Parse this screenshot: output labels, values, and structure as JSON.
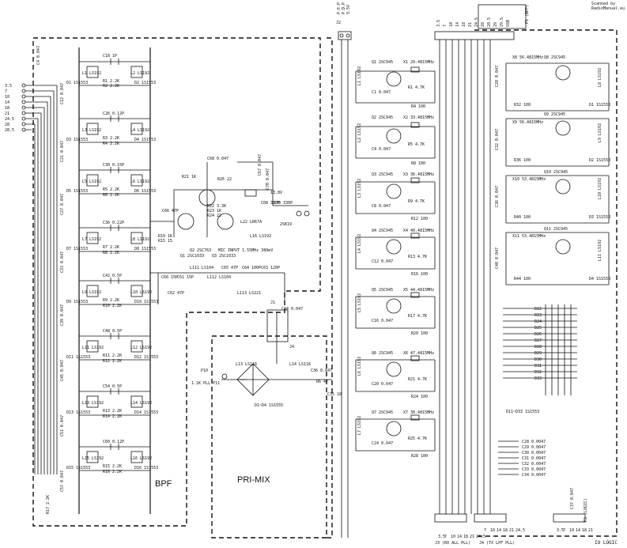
{
  "header": {
    "scan_note_1": "Scanned by",
    "scan_note_2": "RadioManual.eu"
  },
  "sections": {
    "bpf": "BPF",
    "pri_mix": "PRI-MIX",
    "io_logic": "IO LOGIC"
  },
  "left_input_pins": [
    "3.5",
    "7",
    "10",
    "14",
    "18",
    "21",
    "24.5",
    "28",
    "28.5"
  ],
  "bpf_cap_left": "C4 0.047",
  "bpf_stages": [
    {
      "cap": "C18 1P",
      "l_left": "L1 LS192",
      "l_right": "L2 LS192",
      "d_left": "D1 1S1553",
      "d_right": "D2 1S1553",
      "r1": "R1 2.2K",
      "r2": "R2 2.2K",
      "c_side": "C12 0.047"
    },
    {
      "cap": "C26 0.12P",
      "l_left": "L3 LS192",
      "l_right": "L4 LS192",
      "d_left": "D3 1S1553",
      "d_right": "D4 1S1553",
      "r1": "R3 2.2K",
      "r2": "R4 2.2K",
      "c_side": "C21 0.047"
    },
    {
      "cap": "C30 0.15P",
      "l_left": "L5 LS192",
      "l_right": "L6 LS192",
      "d_left": "D5 1S1553",
      "d_right": "D6 1S1553",
      "r1": "R5 2.2K",
      "r2": "R6 2.2K",
      "c_side": "C27 0.047"
    },
    {
      "cap": "C36 0.22P",
      "l_left": "L7 LS192",
      "l_right": "L8 LS192",
      "d_left": "D7 1S1553",
      "d_right": "D8 1S1553",
      "r1": "R7 2.2K",
      "r2": "R8 2.2K",
      "c_side": "C33 0.047"
    },
    {
      "cap": "C42 0.5P",
      "l_left": "L9 LS192",
      "l_right": "L10 LS192",
      "d_left": "D9 1S1553",
      "d_right": "D10 1S1553",
      "r1": "R9 2.2K",
      "r2": "R10 2.2K",
      "c_side": "C39 0.047"
    },
    {
      "cap": "C48 0.5P",
      "l_left": "L11 LS192",
      "l_right": "L12 LS192",
      "d_left": "D11 1S1553",
      "d_right": "D12 1S1553",
      "r1": "R11 2.2K",
      "r2": "R12 2.2K",
      "c_side": "C45 0.047"
    },
    {
      "cap": "C54 0.5P",
      "l_left": "L13 LS192",
      "l_right": "L14 LS192",
      "d_left": "D13 1S1553",
      "d_right": "D14 1S1553",
      "r1": "R13 2.2K",
      "r2": "R14 2.2K",
      "c_side": "C51 0.047"
    },
    {
      "cap": "C60 0.12P",
      "l_left": "L15 LS192",
      "l_right": "L16 LS192",
      "d_left": "D15 1S1553",
      "d_right": "D16 1S1553",
      "r1": "R15 2.2K",
      "r2": "R16 2.2K",
      "c_side": "C57 0.047"
    }
  ],
  "bpf_bottom": "R17 2.2K",
  "amp": {
    "r21": "R21 1K",
    "c68": "C68 0.047",
    "r26": "R26 22",
    "r22": "R22 3.3K",
    "r23": "R23 1K",
    "r24": "R24 22",
    "c67": "C67 0.047",
    "c66": "C66 47P",
    "c70": "C70 0.047",
    "q1": "Q1 2SC1033",
    "q2": "Q2 2SC763",
    "q3": "Q3 2SC1033",
    "l22": "L22 LR67A",
    "c68b": "C68 330P",
    "c70b": "C70 330P",
    "l16": "L16 LS192",
    "r19": "R19 1K",
    "r15": "R15 15",
    "ref": "2SK19",
    "vin": "13.8V"
  },
  "filter_labels": {
    "title": "MIC INPUT 1.55MHz 380mV",
    "c60": "C60 15P",
    "c61": "C61 15P",
    "c62": "C62 47P",
    "l111": "L111 LS104",
    "l112": "L112 LS104",
    "l113": "L113 LS221",
    "c65": "C65 47P",
    "c64": "C64 100P",
    "c63": "C63 120P"
  },
  "primix": {
    "p10": "P10",
    "rx_pll": "1.1K PLL P11",
    "l13": "L13 LS116",
    "l14": "L14 LS116",
    "d1d4": "D1~D4 1S1555",
    "c34": "C34 0.047",
    "c36": "C36 0.047",
    "r6": "R6 47",
    "c35": "C35 10",
    "j1": "J1",
    "j4": "J4"
  },
  "oscillators": [
    {
      "q": "Q1 2SC945",
      "x": "X1 29.4815MHz",
      "c": "C1 0.047",
      "l": "L1 LS192",
      "r": "R1 4.7K",
      "out": "R4 100"
    },
    {
      "q": "Q2 2SC945",
      "x": "X2 33.4815MHz",
      "c": "C4 0.047",
      "l": "L2 LS192",
      "r": "R5 4.7K",
      "out": "R8 100"
    },
    {
      "q": "Q3 2SC945",
      "x": "X3 36.4815MHz",
      "c": "C8 0.047",
      "l": "L3 LS192",
      "r": "R9 4.7K",
      "out": "R12 100"
    },
    {
      "q": "Q4 2SC945",
      "x": "X4 40.4815MHz",
      "c": "C12 0.047",
      "l": "L4 LS192",
      "r": "R13 4.7K",
      "out": "R16 100"
    },
    {
      "q": "Q5 2SC945",
      "x": "X5 44.4815MHz",
      "c": "C16 0.047",
      "l": "L5 LS192",
      "r": "R17 4.7K",
      "out": "R20 100"
    },
    {
      "q": "Q6 2SC945",
      "x": "X6 47.4815MHz",
      "c": "C20 0.047",
      "l": "L6 LS192",
      "r": "R21 4.7K",
      "out": "R24 100"
    },
    {
      "q": "Q7 2SC945",
      "x": "X7 30.4815MHz",
      "c": "C24 0.047",
      "l": "L7 LS192",
      "r": "R25 4.7K",
      "out": "R28 100"
    }
  ],
  "right_oscillators": [
    {
      "q": "Q8 2SC945",
      "x": "X8 56.4815MHz",
      "c": "C28 0.047",
      "l": "L8 LS192",
      "r": "R32 100",
      "d": "D1 1S1553"
    },
    {
      "q": "Q9 2SC945",
      "x": "X9 56.4815MHz",
      "c": "C32 0.047",
      "l": "L9 LS192",
      "r": "R36 100",
      "d": "D2 1S1553"
    },
    {
      "q": "Q10 2SC945",
      "x": "X10 53.4815MHz",
      "c": "C36 0.047",
      "l": "L10 LS192",
      "r": "R40 100",
      "d": "D3 1S1553"
    },
    {
      "q": "Q11 2SC945",
      "x": "X11 53.4815MHz",
      "c": "C40 0.047",
      "l": "L11 LS192",
      "r": "R44 100",
      "d": "D4 1S1553"
    }
  ],
  "top_connectors": {
    "j2_label": "J2",
    "j2_pins": [
      "P.E.P",
      "P.D.P",
      "9.5V"
    ],
    "pin_numbers": [
      "3.5",
      "7",
      "10",
      "14",
      "18",
      "21",
      "24.5",
      "28",
      "28.5",
      "29",
      "29.5",
      "SSB"
    ],
    "p1_label": "P1 (BPF)"
  },
  "diode_matrix": {
    "label": "D11~D33 1S1553",
    "rows": [
      "D22",
      "D23",
      "D24",
      "D25",
      "D26",
      "D27",
      "D28",
      "D29",
      "D30",
      "D31",
      "D32",
      "D33"
    ]
  },
  "bottom_caps": [
    "C28 0.0047",
    "C29 0.0047",
    "C30 0.0047",
    "C31 0.0047",
    "C32 0.0047",
    "C33 0.0047",
    "C34 0.0047"
  ],
  "bottom_connectors": {
    "j3_label": "J3 (RX ALL PLL)",
    "j3_pins": [
      "3.5",
      "7",
      "10",
      "14",
      "18",
      "21",
      "24.5"
    ],
    "j4_label": "J4 (TX LPF PLL)",
    "j4_pins": [
      "7",
      "10",
      "14",
      "18",
      "21",
      "24.5"
    ],
    "p3_label": "P3 (LOGIC)",
    "p3_pins": [
      "3.5",
      "7",
      "10",
      "14",
      "18",
      "21"
    ],
    "c37": "C37 0.047"
  }
}
